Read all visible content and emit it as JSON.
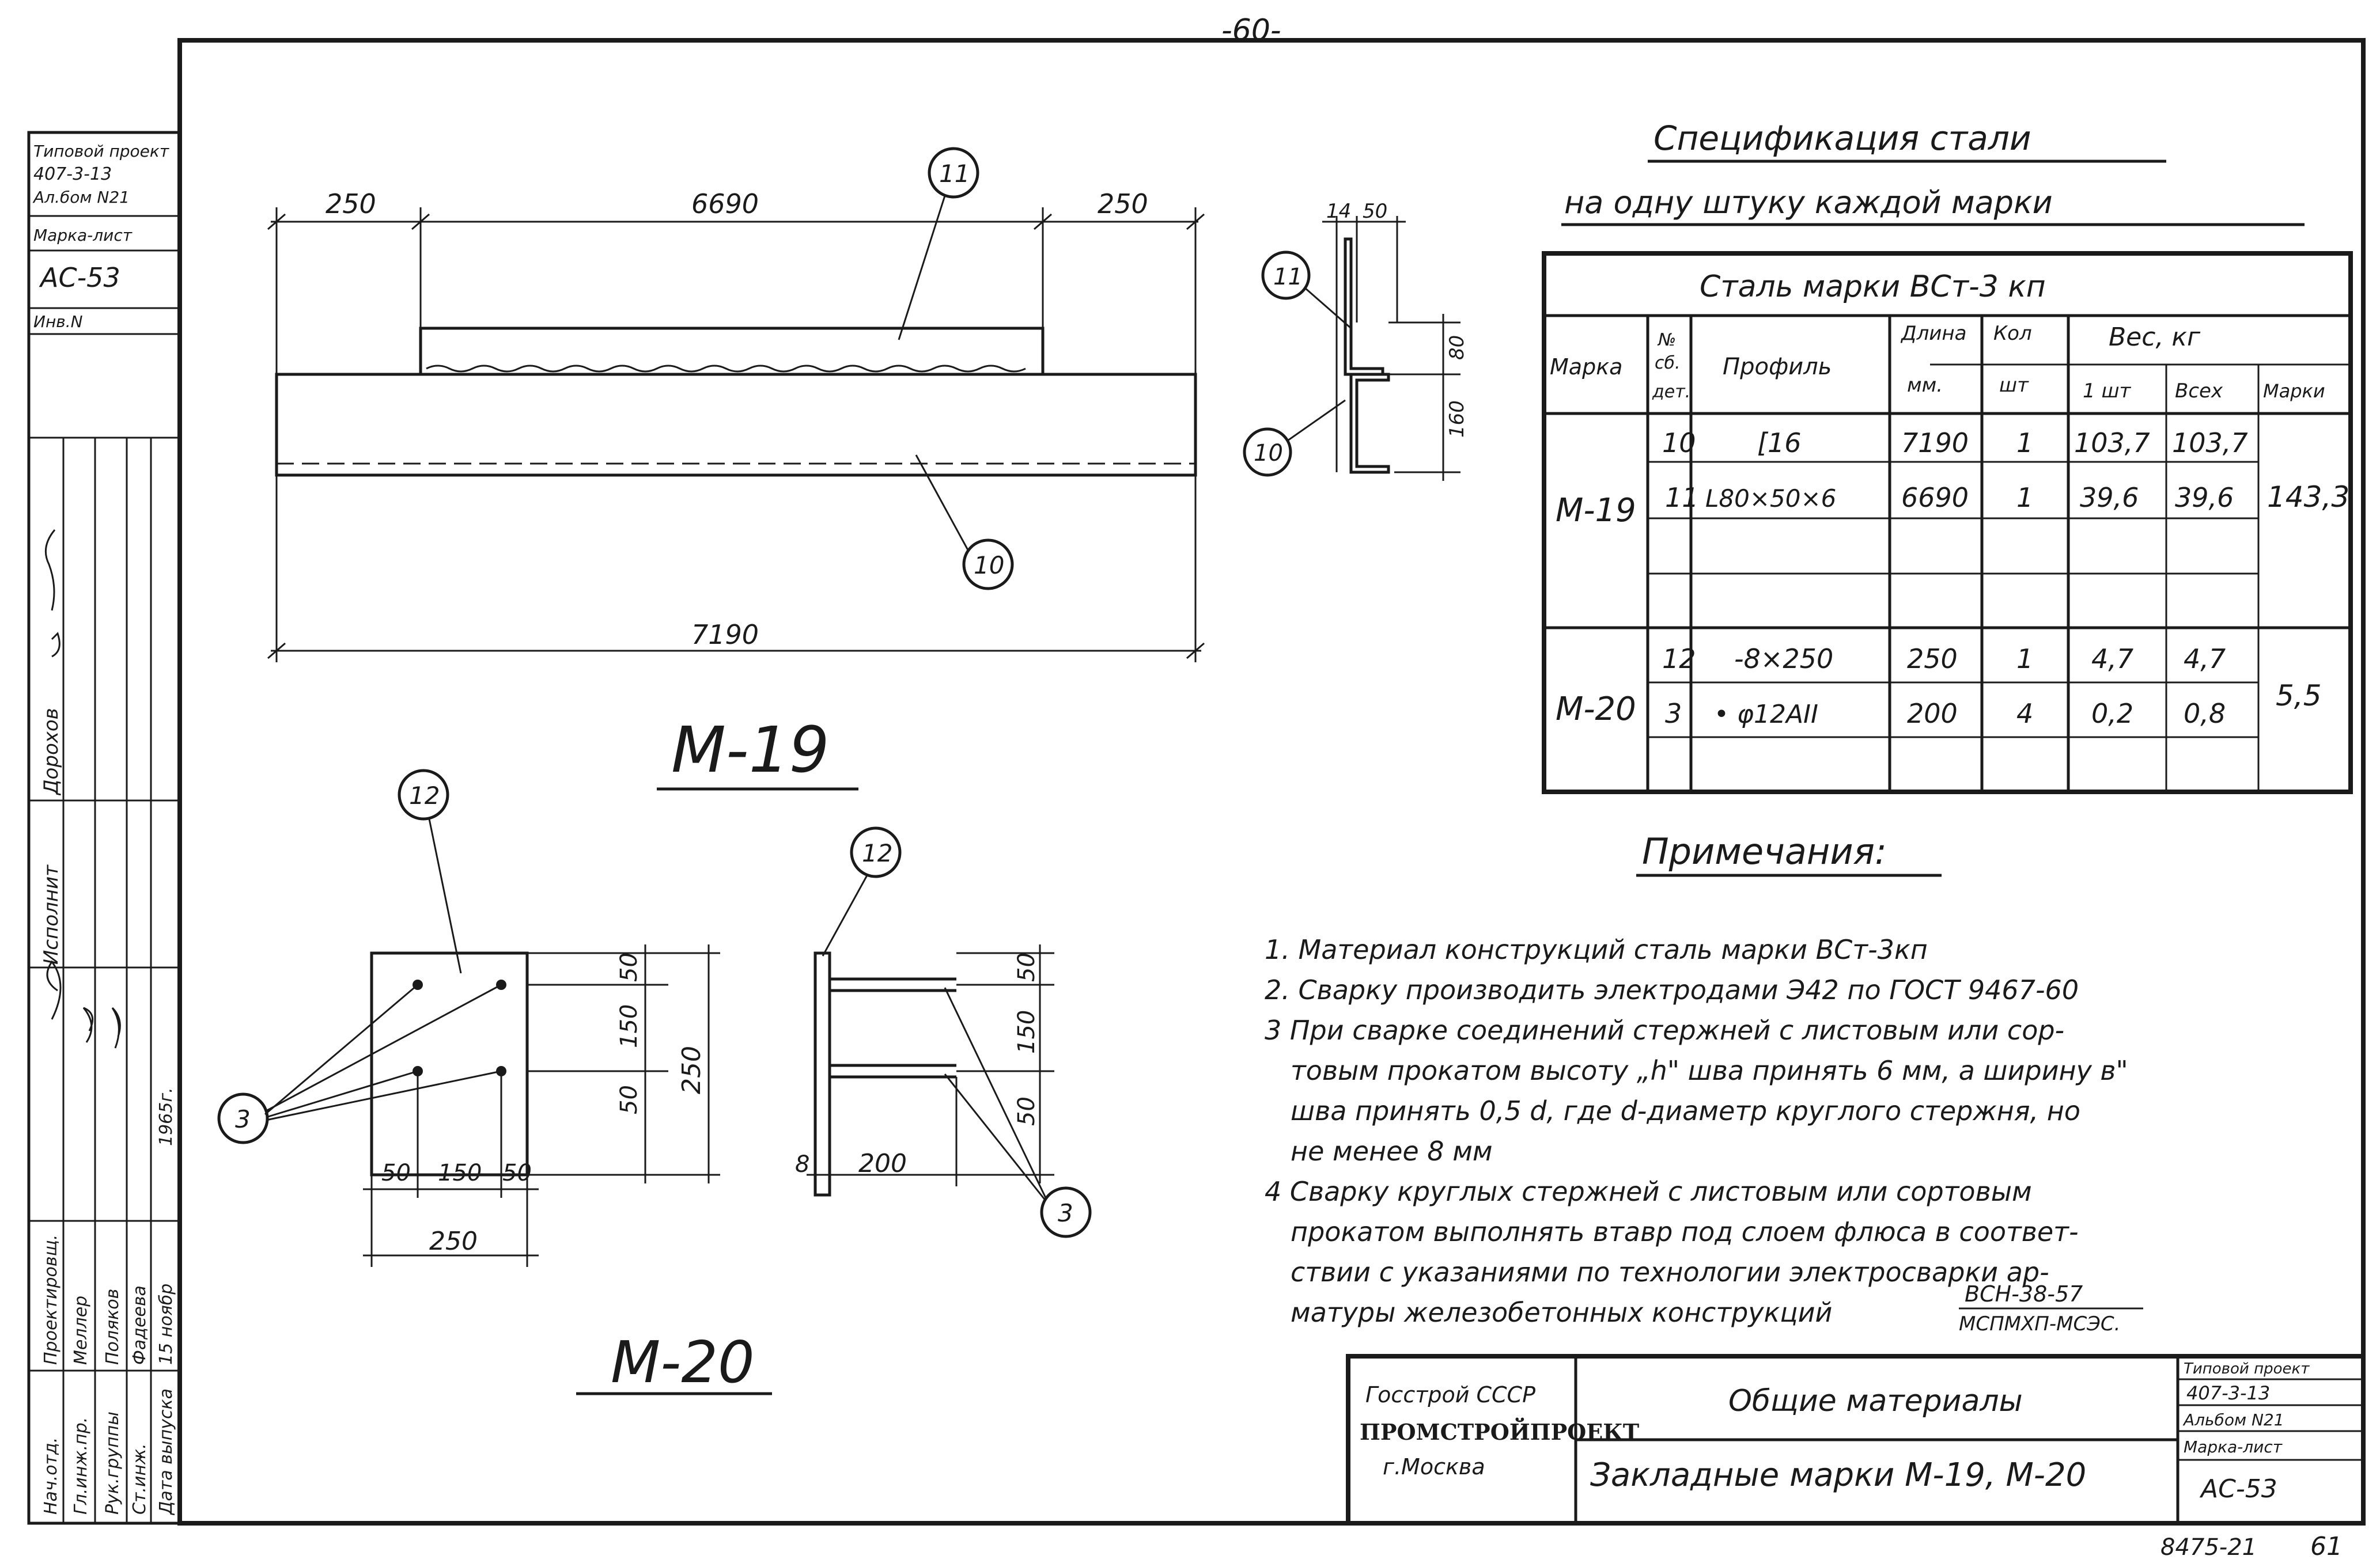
{
  "page_number": "-60-",
  "side_stamp": {
    "rows": [
      "Типовой проект",
      "407-3-13",
      "Ал.бом N21",
      "Марка-лист",
      "АС-53",
      "Инв.N"
    ],
    "executor_label": "Исполнит",
    "executor_name": "Дорохов",
    "roles": [
      "Проектировщ.",
      "Гл.инж.пр.",
      "Рук.группы",
      "Ст.инж.",
      "Дата выпуска"
    ],
    "names": [
      "",
      "Меллер",
      "Поляков",
      "Фадеева",
      "15 ноябр"
    ],
    "sign_date": "1965г.",
    "dept": "Нач.отд."
  },
  "views": {
    "m19": {
      "title": "М-19",
      "dims_top": [
        "250",
        "6690",
        "250"
      ],
      "dim_total": "7190",
      "callouts": [
        "11",
        "10"
      ],
      "section": {
        "dims_top": [
          "14",
          "50"
        ],
        "dims_side": [
          "80",
          "160"
        ],
        "callouts": [
          "11",
          "10"
        ]
      }
    },
    "m20": {
      "title": "М-20",
      "plan_dims_bottom": [
        "50",
        "150",
        "50"
      ],
      "plan_dim_total": "250",
      "plan_dims_right": [
        "50",
        "150",
        "50"
      ],
      "plan_dim_right_total": "250",
      "callouts": [
        "12",
        "3"
      ],
      "side_dims_right": [
        "50",
        "150",
        "50"
      ],
      "side_dim_bottom": "200",
      "side_dim_small": "8",
      "side_callouts": [
        "12",
        "3"
      ]
    }
  },
  "spec": {
    "title": "Спецификация стали",
    "subtitle": "на одну штуку каждой марки",
    "steel_header": "Сталь марки ВСт-3 кп",
    "headers": {
      "mark": "Марка",
      "part_no": [
        "№",
        "сб.",
        "дет."
      ],
      "profile": "Профиль",
      "length": [
        "Длина",
        "мм."
      ],
      "qty": [
        "Кол",
        "шт"
      ],
      "weight": "Вес, кг",
      "w_one": "1 шт",
      "w_all": "Всех",
      "w_mark": "Марки"
    },
    "groups": [
      {
        "mark": "М-19",
        "total": "143,3",
        "rows": [
          {
            "no": "10",
            "profile": "[16",
            "length": "7190",
            "qty": "1",
            "w1": "103,7",
            "wall": "103,7"
          },
          {
            "no": "11",
            "profile": "L80×50×6",
            "length": "6690",
            "qty": "1",
            "w1": "39,6",
            "wall": "39,6"
          },
          {
            "no": "",
            "profile": "",
            "length": "",
            "qty": "",
            "w1": "",
            "wall": ""
          },
          {
            "no": "",
            "profile": "",
            "length": "",
            "qty": "",
            "w1": "",
            "wall": ""
          }
        ]
      },
      {
        "mark": "М-20",
        "total": "5,5",
        "rows": [
          {
            "no": "12",
            "profile": "-8×250",
            "length": "250",
            "qty": "1",
            "w1": "4,7",
            "wall": "4,7"
          },
          {
            "no": "3",
            "profile": "• φ12АII",
            "length": "200",
            "qty": "4",
            "w1": "0,2",
            "wall": "0,8"
          },
          {
            "no": "",
            "profile": "",
            "length": "",
            "qty": "",
            "w1": "",
            "wall": ""
          }
        ]
      }
    ]
  },
  "notes": {
    "title": "Примечания:",
    "lines": [
      "1. Материал конструкций сталь марки ВСт-3кп",
      "2. Сварку производить электродами Э42 по ГОСТ 9467-60",
      "3 При сварке соединений стержней с листовым или сор-",
      "товым прокатом высоту „h\" шва принять 6 мм, а ширину в\"",
      "шва принять 0,5 d, где d-диаметр круглого стержня, но",
      "не менее 8 мм",
      "4 Сварку круглых стержней с листовым или сортовым",
      "прокатом выполнять втавр под слоем флюса в соответ-",
      "ствии с указаниями по технологии электросварки ар-",
      "матуры железобетонных конструкций"
    ],
    "ref_top": "ВСН-38-57",
    "ref_bottom": "МСПМХП-МСЭС."
  },
  "title_block": {
    "org": [
      "Госстрой СССР",
      "ПРОМСТРОЙПРОЕКТ",
      "г.Москва"
    ],
    "general": "Общие материалы",
    "sheet_title": "Закладные марки М-19, М-20",
    "project_rows": [
      "Типовой проект",
      "407-3-13",
      "Альбом N21",
      "Марка-лист",
      "АС-53"
    ]
  },
  "footer": {
    "code": "8475-21",
    "sheet": "61"
  }
}
